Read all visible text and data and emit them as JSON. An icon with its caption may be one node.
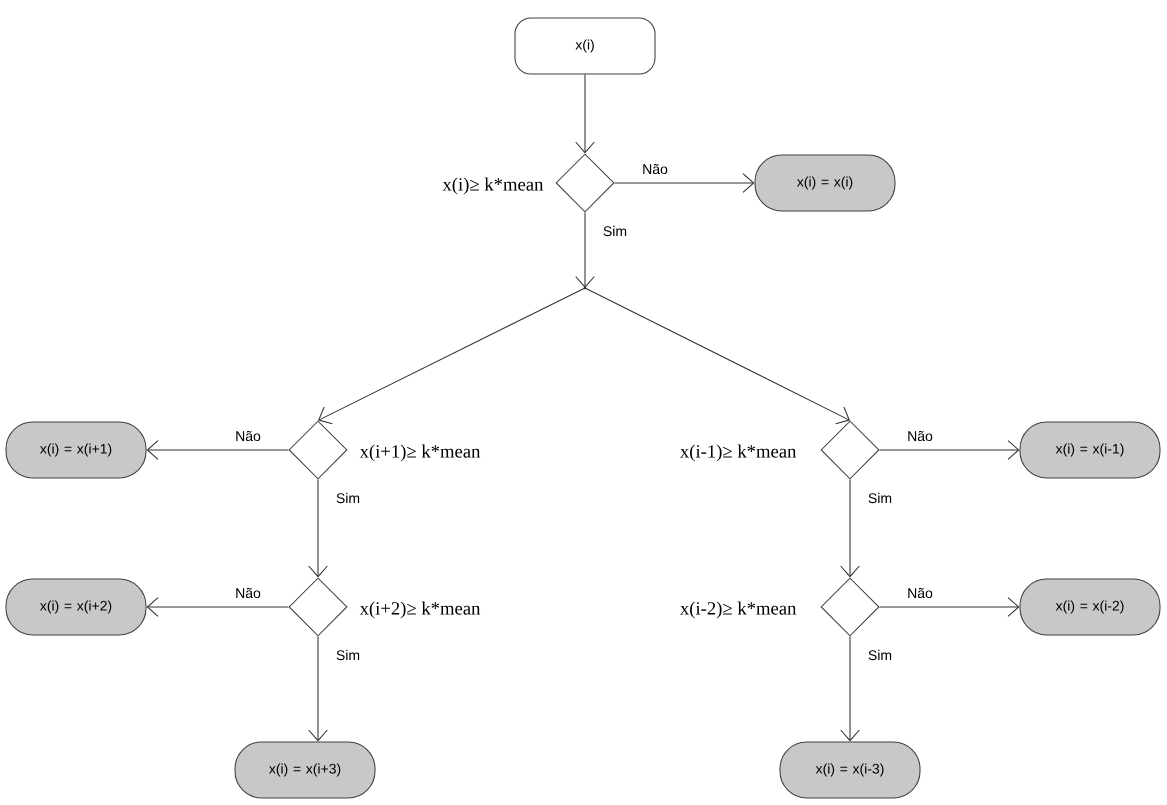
{
  "diagram": {
    "nodes": [
      {
        "text": [
          "x(i)"
        ]
      },
      {
        "text": [],
        "shape": "diamond",
        "beside": [
          "x(i)≥ k*mean"
        ]
      },
      {
        "text": [
          "x(i) = x(i)"
        ]
      },
      {
        "text": [],
        "shape": "point"
      },
      {
        "text": [],
        "shape": "diamond",
        "beside": [
          "x(i+1)≥ k*mean"
        ]
      },
      {
        "text": [
          "x(i) = x(i+1)"
        ]
      },
      {
        "text": [],
        "shape": "diamond",
        "beside": [
          "x(i+2)≥ k*mean"
        ]
      },
      {
        "text": [
          "x(i) = x(i+2)"
        ]
      },
      {
        "text": [
          "x(i) = x(i+3)"
        ]
      },
      {
        "text": [],
        "shape": "diamond",
        "beside": [
          "x(i-1)≥ k*mean"
        ]
      },
      {
        "text": [
          "x(i) = x(i-1)"
        ]
      },
      {
        "text": [],
        "shape": "diamond",
        "beside": [
          "x(i-2)≥ k*mean"
        ]
      },
      {
        "text": [
          "x(i) = x(i-2)"
        ]
      },
      {
        "text": [
          "x(i) = x(i-3)"
        ]
      }
    ],
    "edges": [
      {
        "from": 0,
        "to": 1,
        "arrow": "to"
      },
      {
        "from": 1,
        "to": 2,
        "arrow": "to",
        "label": "Não"
      },
      {
        "from": 1,
        "to": 3,
        "arrow": "to",
        "label": "Sim"
      },
      {
        "from": 3,
        "to": 4,
        "arrow": "to"
      },
      {
        "from": 3,
        "to": 9,
        "arrow": "to"
      },
      {
        "from": 4,
        "to": 5,
        "arrow": "to",
        "label": "Não"
      },
      {
        "from": 4,
        "to": 6,
        "arrow": "to",
        "label": "Sim"
      },
      {
        "from": 6,
        "to": 7,
        "arrow": "to",
        "label": "Não"
      },
      {
        "from": 6,
        "to": 8,
        "arrow": "to",
        "label": "Sim"
      },
      {
        "from": 9,
        "to": 10,
        "arrow": "to",
        "label": "Não"
      },
      {
        "from": 9,
        "to": 11,
        "arrow": "to",
        "label": "Sim"
      },
      {
        "from": 11,
        "to": 12,
        "arrow": "to",
        "label": "Não"
      },
      {
        "from": 11,
        "to": 13,
        "arrow": "to",
        "label": "Sim"
      }
    ]
  }
}
